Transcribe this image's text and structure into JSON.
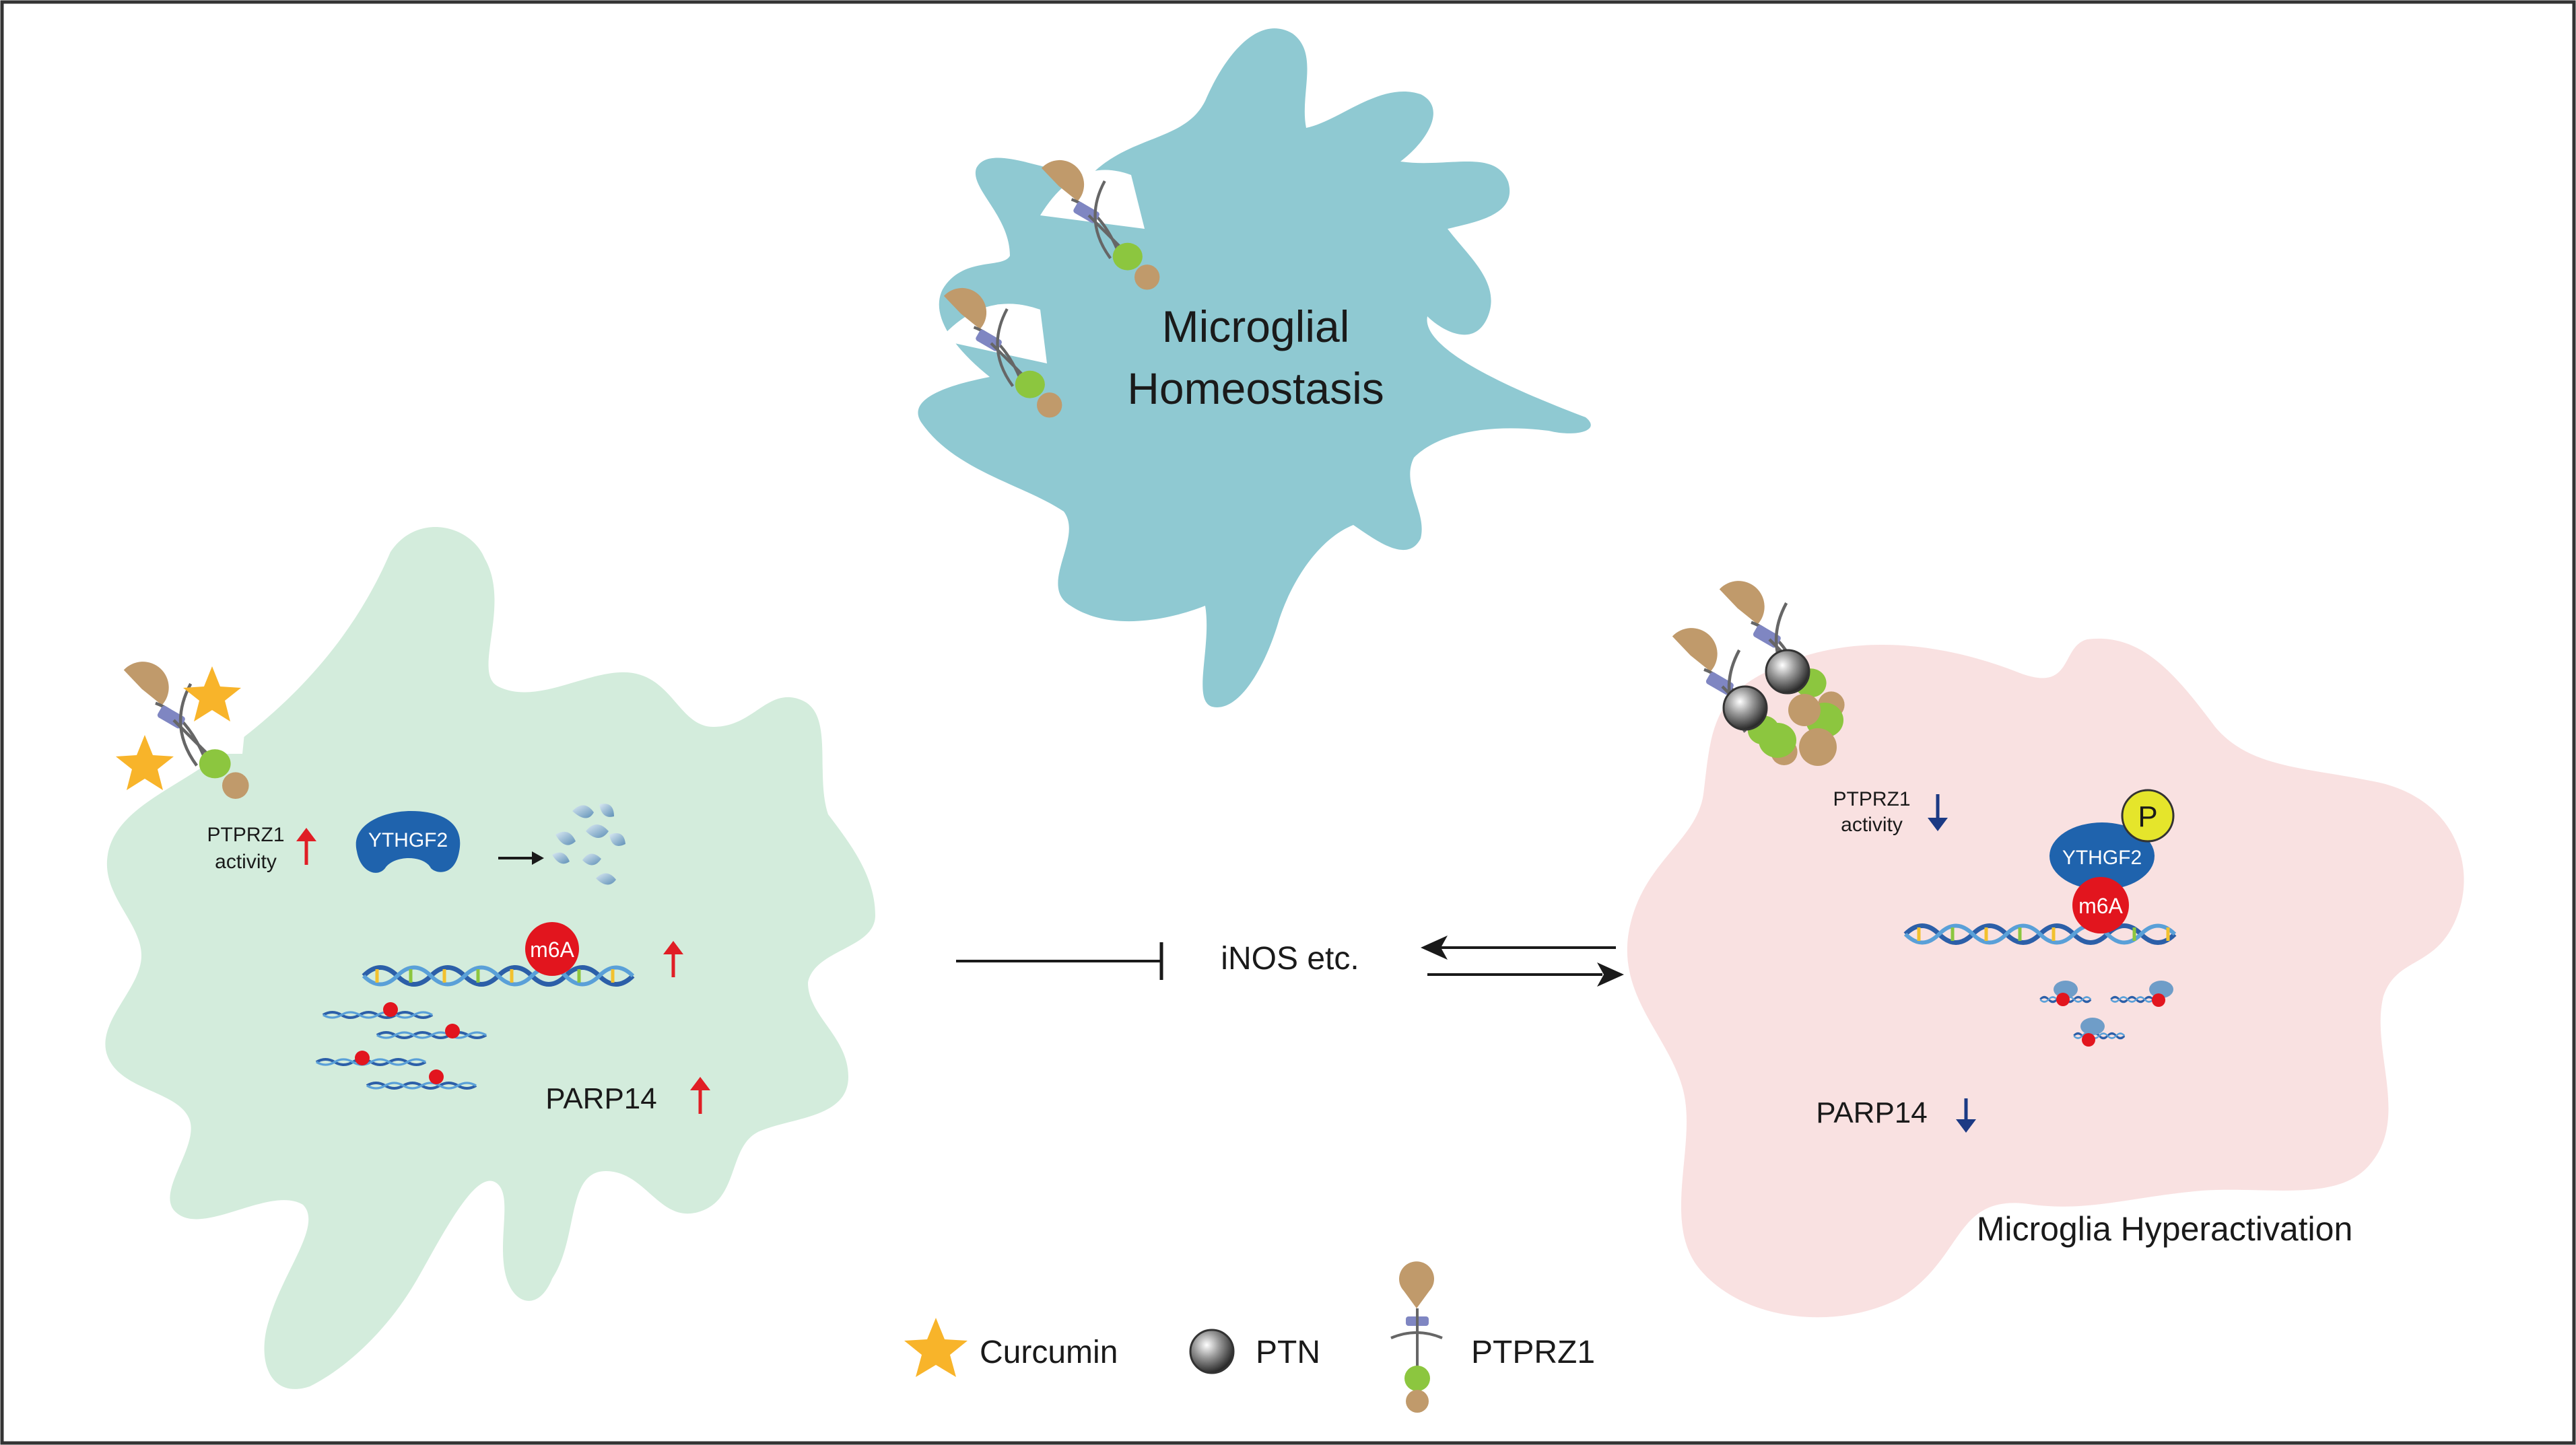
{
  "top_cell": {
    "title_line1": "Microglial",
    "title_line2": "Homeostasis",
    "color": "#8fc9d2"
  },
  "left_cell": {
    "color": "#d3ecdc",
    "ptprz1_line1": "PTPRZ1",
    "ptprz1_line2": "activity",
    "ythgf2_label": "YTHGF2",
    "m6a_label": "m6A",
    "parp14_label": "PARP14",
    "arrow_color": "#e01e25"
  },
  "right_cell": {
    "color": "#f9e1e1",
    "ptprz1_line1": "PTPRZ1",
    "ptprz1_line2": "activity",
    "ythgf2_label": "YTHGF2",
    "phospho_label": "P",
    "m6a_label": "m6A",
    "parp14_label": "PARP14",
    "caption": "Microglia Hyperactivation",
    "arrow_color": "#1c3a84"
  },
  "center": {
    "label": "iNOS etc."
  },
  "legend": {
    "curcumin": "Curcumin",
    "ptn": "PTN",
    "ptprz1": "PTPRZ1"
  },
  "colors": {
    "ythgf2": "#1f63ad",
    "m6a": "#e2151e",
    "curcumin": "#f8b42a",
    "receptor_brown": "#c09a6b",
    "receptor_purple": "#7f86c2",
    "receptor_green": "#8cc63f",
    "phospho": "#e5e52b"
  }
}
